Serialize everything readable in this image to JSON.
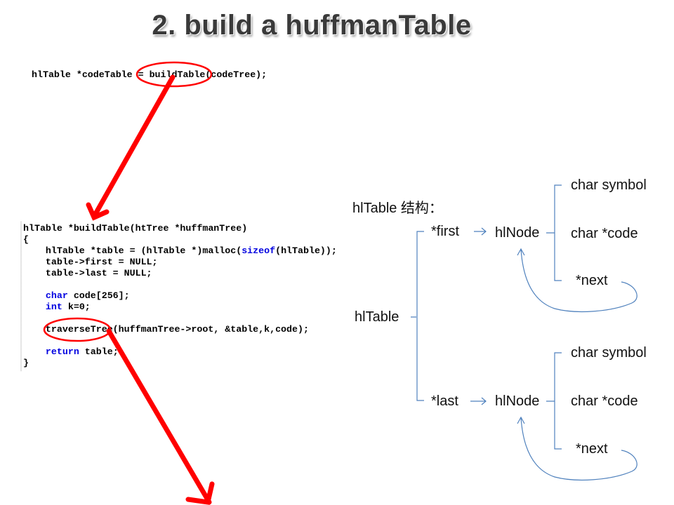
{
  "title": "2. build a huffmanTable",
  "call_line": "hlTable *codeTable = buildTable(codeTree);",
  "function_code": {
    "signature": "hlTable *buildTable(htTree *huffmanTree)",
    "open_brace": "{",
    "line_malloc_a": "    hlTable *table = (hlTable *)malloc(",
    "line_malloc_kw": "sizeof",
    "line_malloc_b": "(hlTable));",
    "line_first": "    table->first = NULL;",
    "line_last": "    table->last = NULL;",
    "kw_char": "char",
    "line_code": " code[256];",
    "kw_int": "int",
    "line_k": " k=0;",
    "line_traverse": "    traverseTree(huffmanTree->root, &table,k,code);",
    "kw_return": "return",
    "line_return": " table;",
    "close_brace": "}"
  },
  "diagram": {
    "heading": "hlTable 结构：",
    "root": "hlTable",
    "first": "*first",
    "last": "*last",
    "node_first": "hlNode",
    "node_last": "hlNode",
    "fields_first": [
      "char symbol",
      "char *code",
      "*next"
    ],
    "fields_last": [
      "char symbol",
      "char *code",
      "*next"
    ]
  },
  "colors": {
    "annotation": "#ff0000",
    "diagram_lines": "#4f81bd",
    "keyword": "#0000e0"
  }
}
